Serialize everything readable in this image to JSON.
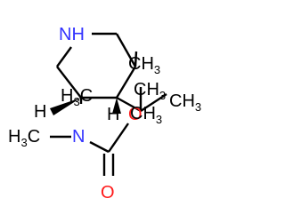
{
  "labels": {
    "nh": "NH",
    "h_left": "H",
    "h_right": "H",
    "n": "N",
    "o": "O",
    "ch3_a": "CH",
    "ch3_a_sub": "3",
    "ch3_b": "H",
    "ch3_b_sub": "3",
    "ch3_b_c": "C",
    "ch3_c": "CH",
    "ch3_c_sub": "3",
    "ch3_d": "CH",
    "ch3_d_sub": "3",
    "ch3_e": "CH",
    "ch3_e_sub": "3",
    "ch3_n": "H",
    "ch3_n_sub": "3",
    "ch3_n_c": "C"
  },
  "colors": {
    "carbon_hydrogen": "#000000",
    "nitrogen": "#3333ff",
    "oxygen": "#ff1a1a"
  },
  "bonds": [
    "NH-C2",
    "C2-C3",
    "C3-C4",
    "C4-C5",
    "C5-C6",
    "C6-NH",
    "C3-H wedge",
    "C4-H wedge",
    "C3-N",
    "N-CH3",
    "N-C(=O)",
    "C=O",
    "C-O",
    "O-C(CH3)3",
    "C5-CH3"
  ]
}
